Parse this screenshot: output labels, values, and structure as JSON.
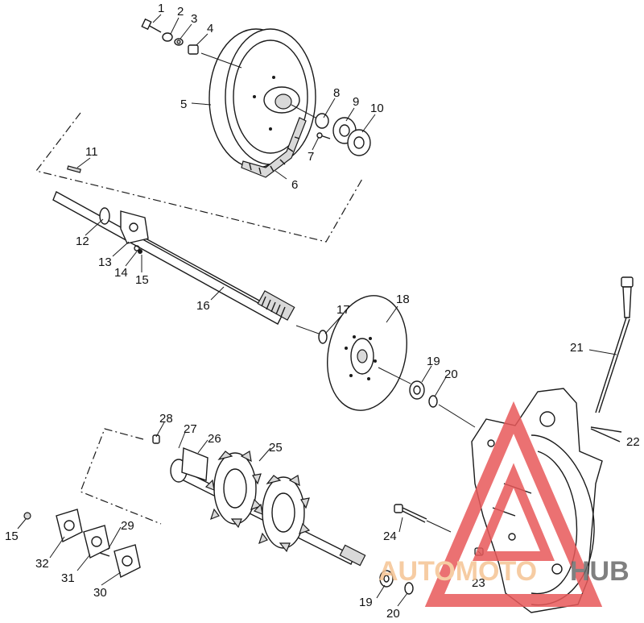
{
  "diagram": {
    "callouts": [
      {
        "id": "c1",
        "text": "1"
      },
      {
        "id": "c2",
        "text": "2"
      },
      {
        "id": "c3",
        "text": "3"
      },
      {
        "id": "c4",
        "text": "4"
      },
      {
        "id": "c5",
        "text": "5"
      },
      {
        "id": "c6",
        "text": "6"
      },
      {
        "id": "c7",
        "text": "7"
      },
      {
        "id": "c8",
        "text": "8"
      },
      {
        "id": "c9",
        "text": "9"
      },
      {
        "id": "c10",
        "text": "10"
      },
      {
        "id": "c11",
        "text": "11"
      },
      {
        "id": "c12",
        "text": "12"
      },
      {
        "id": "c13",
        "text": "13"
      },
      {
        "id": "c14",
        "text": "14"
      },
      {
        "id": "c15a",
        "text": "15"
      },
      {
        "id": "c15b",
        "text": "15"
      },
      {
        "id": "c16",
        "text": "16"
      },
      {
        "id": "c17",
        "text": "17"
      },
      {
        "id": "c18",
        "text": "18"
      },
      {
        "id": "c19a",
        "text": "19"
      },
      {
        "id": "c19b",
        "text": "19"
      },
      {
        "id": "c20a",
        "text": "20"
      },
      {
        "id": "c20b",
        "text": "20"
      },
      {
        "id": "c21",
        "text": "21"
      },
      {
        "id": "c22",
        "text": "22"
      },
      {
        "id": "c23",
        "text": "23"
      },
      {
        "id": "c24",
        "text": "24"
      },
      {
        "id": "c25",
        "text": "25"
      },
      {
        "id": "c26",
        "text": "26"
      },
      {
        "id": "c27",
        "text": "27"
      },
      {
        "id": "c28",
        "text": "28"
      },
      {
        "id": "c29",
        "text": "29"
      },
      {
        "id": "c30",
        "text": "30"
      },
      {
        "id": "c31",
        "text": "31"
      },
      {
        "id": "c32",
        "text": "32"
      }
    ]
  },
  "watermark": {
    "part1": "AUTOMOTO",
    "part2": "HUB",
    "color1": "#f5c493",
    "color2": "#6b6b6b",
    "logo_color": "#e8595a"
  }
}
